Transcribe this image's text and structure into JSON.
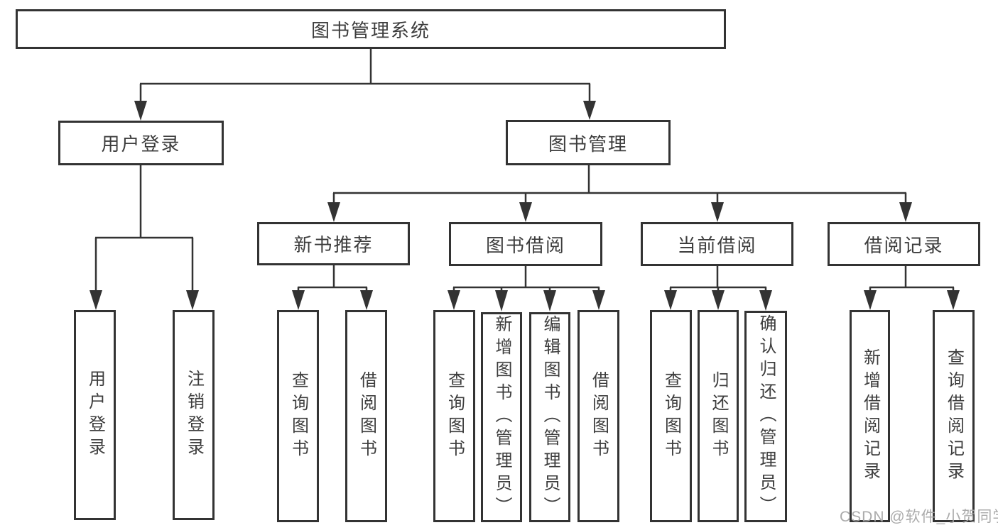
{
  "tree": {
    "label": "图书管理系统",
    "children": [
      {
        "label": "用户登录",
        "children": [
          {
            "label": "用户登录"
          },
          {
            "label": "注销登录"
          }
        ]
      },
      {
        "label": "图书管理",
        "children": [
          {
            "label": "新书推荐",
            "children": [
              {
                "label": "查询图书"
              },
              {
                "label": "借阅图书"
              }
            ]
          },
          {
            "label": "图书借阅",
            "children": [
              {
                "label": "查询图书"
              },
              {
                "label": "新增图书（管理员）"
              },
              {
                "label": "编辑图书（管理员）"
              },
              {
                "label": "借阅图书"
              }
            ]
          },
          {
            "label": "当前借阅",
            "children": [
              {
                "label": "查询图书"
              },
              {
                "label": "归还图书"
              },
              {
                "label": "确认归还（管理员）"
              }
            ]
          },
          {
            "label": "借阅记录",
            "children": [
              {
                "label": "新增借阅记录"
              },
              {
                "label": "查询借阅记录"
              }
            ]
          }
        ]
      }
    ]
  },
  "watermark": {
    "text": "CSDN @软件_小贺同学"
  },
  "colors": {
    "line": "#333333",
    "text": "#3d3d3d",
    "watermark": "#a7a7a7",
    "background": "#ffffff"
  }
}
